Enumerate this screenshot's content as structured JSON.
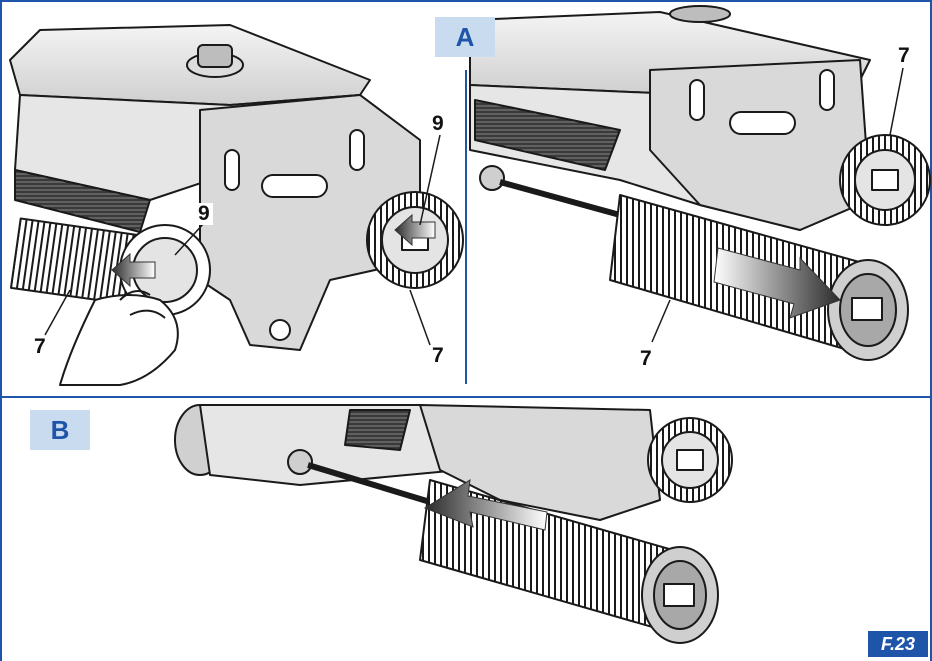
{
  "panels": [
    {
      "label": "A"
    },
    {
      "label": "B"
    }
  ],
  "callouts": {
    "left_top_9": "9",
    "left_mid_9": "9",
    "left_bottom_7": "7",
    "left_right_7": "7",
    "right_top_7": "7",
    "right_bottom_7": "7"
  },
  "figure_id": "F.23",
  "colors": {
    "frame": "#1f55a8",
    "tag_background": "#c9dcef",
    "tag_text": "#1f55a8",
    "line_art": "#1a1a1a",
    "housing_grey": "#d8d8d8",
    "arrow_dark": "#333333"
  }
}
